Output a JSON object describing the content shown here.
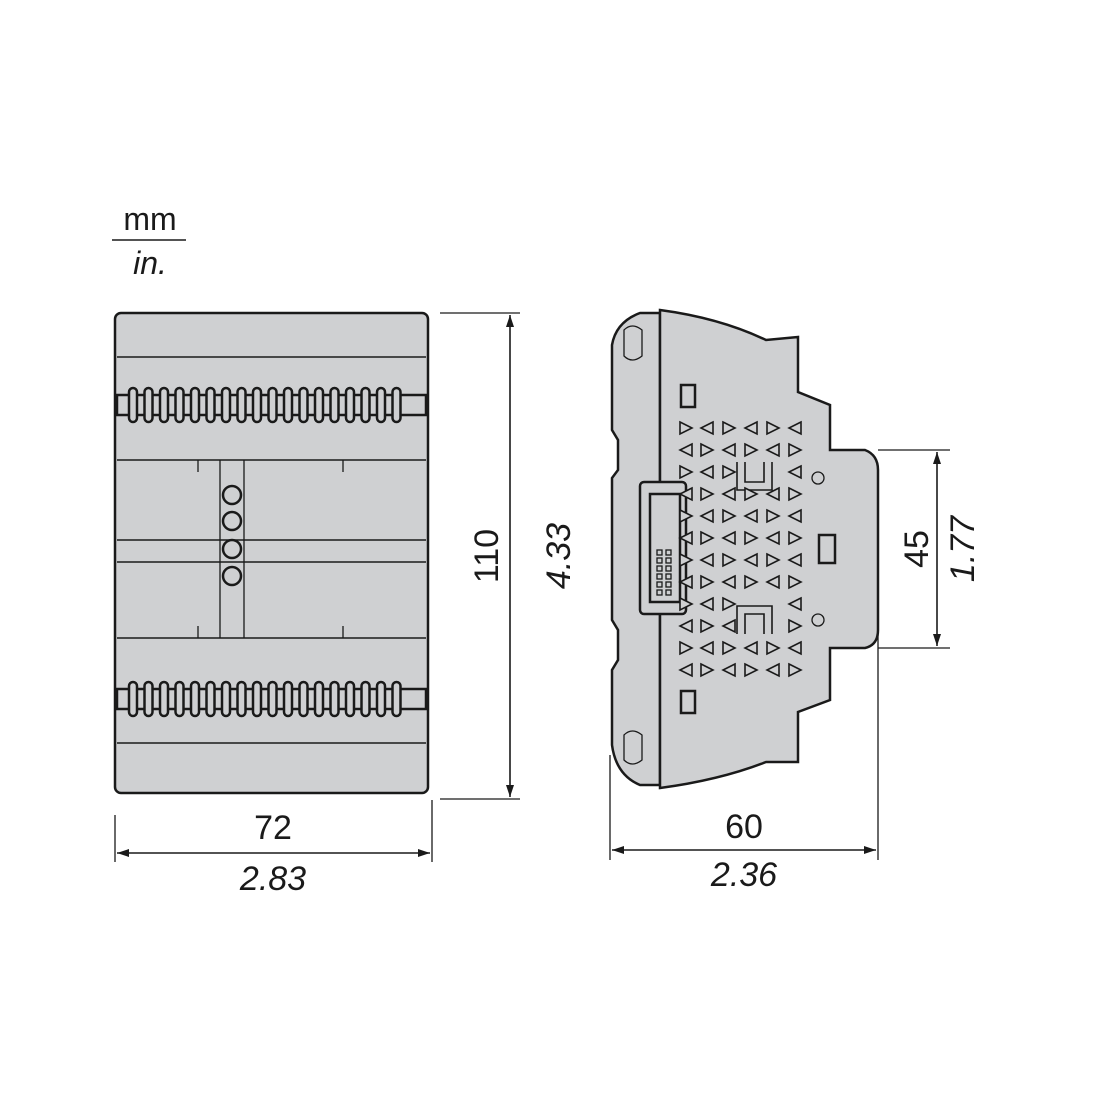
{
  "units": {
    "metric": "mm",
    "imperial": "in."
  },
  "front_view": {
    "width": {
      "mm": "72",
      "in": "2.83"
    },
    "height": {
      "mm": "110",
      "in": "4.33"
    }
  },
  "side_view": {
    "depth": {
      "mm": "60",
      "in": "2.36"
    },
    "rail": {
      "mm": "45",
      "in": "1.77"
    }
  },
  "colors": {
    "housing": "#cfd0d2",
    "outline": "#1a1a1a",
    "background": "#ffffff"
  }
}
